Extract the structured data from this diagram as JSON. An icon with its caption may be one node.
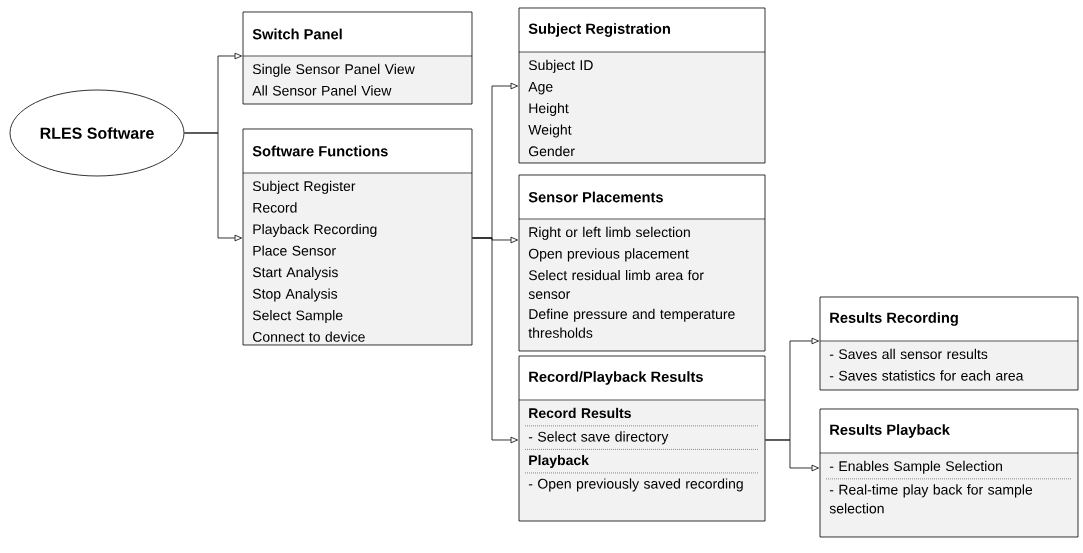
{
  "diagram": {
    "nodes": [
      {
        "text": [
          "RLES Software"
        ]
      },
      {
        "text": [
          "Switch Panel",
          "Single Sensor Panel View",
          "All Sensor Panel View"
        ]
      },
      {
        "text": [
          "Software Functions",
          "Subject Register",
          "Record",
          "Playback Recording",
          "Place Sensor",
          "Start Analysis",
          "Stop Analysis",
          "Select Sample",
          "Connect to device"
        ]
      },
      {
        "text": [
          "Subject Registration",
          "Subject ID",
          "Age",
          "Height",
          "Weight",
          "Gender"
        ]
      },
      {
        "text": [
          "Sensor Placements",
          "Right or left limb selection",
          "Open previous placement",
          "Select residual limb area for sensor",
          "Define pressure and temperature thresholds"
        ]
      },
      {
        "text": [
          "Record/Playback Results",
          "Record Results",
          "- Select save directory",
          "Playback",
          "- Open previously saved recording"
        ]
      },
      {
        "text": [
          "Results Recording",
          "- Saves all sensor results",
          "- Saves statistics for each area"
        ]
      },
      {
        "text": [
          "Results Playback",
          "- Enables Sample Selection",
          "- Real-time play back for sample selection"
        ]
      }
    ],
    "edges": [
      {
        "from": 0,
        "to": 1,
        "arrow": "to"
      },
      {
        "from": 0,
        "to": 2,
        "arrow": "to"
      },
      {
        "from": 2,
        "to": 3,
        "arrow": "to"
      },
      {
        "from": 2,
        "to": 4,
        "arrow": "to"
      },
      {
        "from": 2,
        "to": 5,
        "arrow": "to"
      },
      {
        "from": 5,
        "to": 6,
        "arrow": "to"
      },
      {
        "from": 5,
        "to": 7,
        "arrow": "to"
      }
    ]
  }
}
